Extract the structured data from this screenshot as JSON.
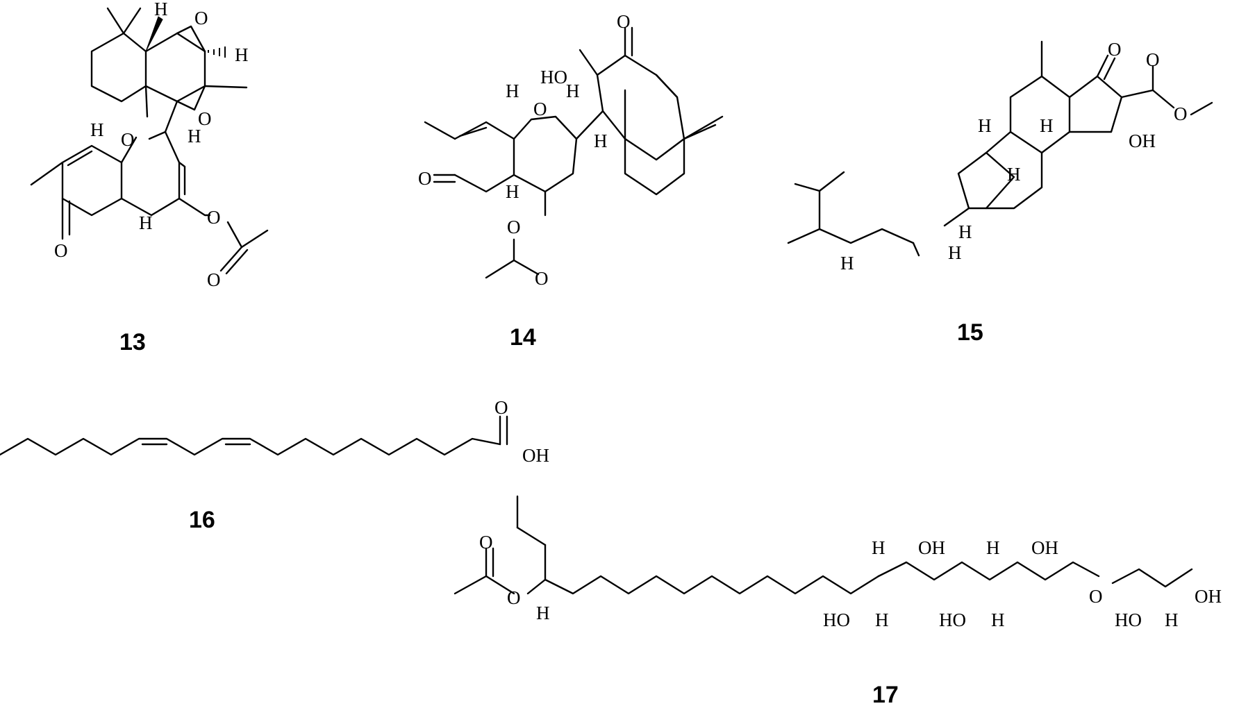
{
  "compounds": [
    {
      "id": "13"
    },
    {
      "id": "14"
    },
    {
      "id": "15"
    },
    {
      "id": "16"
    },
    {
      "id": "17"
    }
  ],
  "atoms": {
    "O": "O",
    "H": "H",
    "HO": "HO",
    "OH": "OH"
  }
}
